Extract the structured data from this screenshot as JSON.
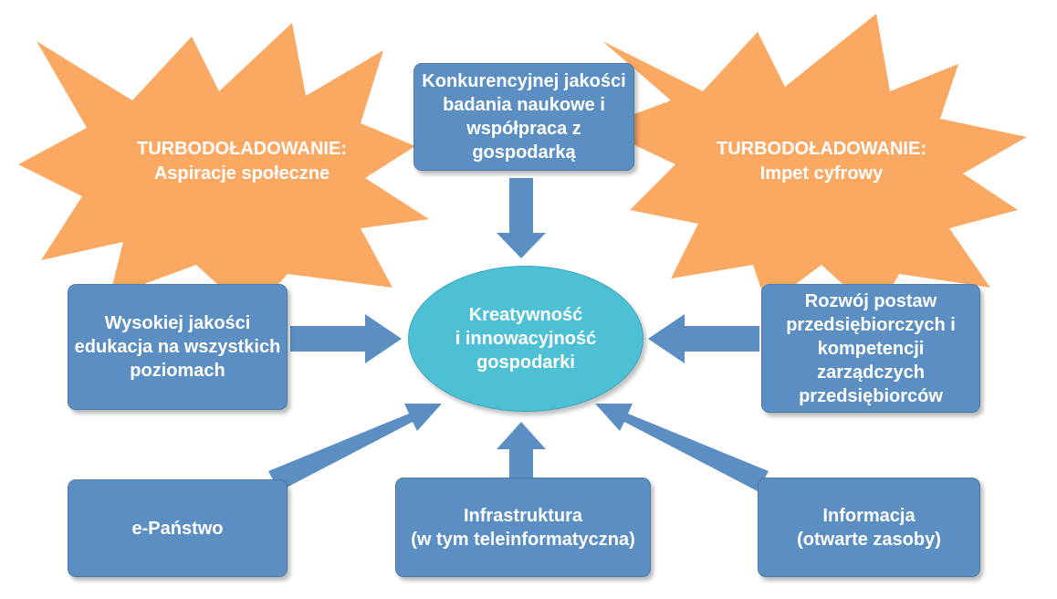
{
  "center": {
    "label": "Kreatywność\ni innowacyjność\ngospodarki"
  },
  "bursts": {
    "left": {
      "label": "TURBODOŁADOWANIE:\nAspiracje społeczne"
    },
    "right": {
      "label": "TURBODOŁADOWANIE:\nImpet cyfrowy"
    }
  },
  "boxes": {
    "top": {
      "label": "Konkurencyjnej jakości\nbadania naukowe i\nwspółpraca z\ngospodarką"
    },
    "left": {
      "label": "Wysokiej jakości\nedukacja na wszystkich\npoziomach"
    },
    "right": {
      "label": "Rozwój postaw\nprzedsiębiorczych i\nkompetencji\nzarządczych\nprzedsiębiorców"
    },
    "bottom_left": {
      "label": "e-Państwo"
    },
    "bottom_center": {
      "label": "Infrastruktura\n(w tym teleinformatyczna)"
    },
    "bottom_right": {
      "label": "Informacja\n(otwarte zasoby)"
    }
  },
  "colors": {
    "box_fill": "#5b8fc4",
    "arrow_fill": "#5b8fc4",
    "ellipse_fill": "#4ec0d6",
    "burst_fill": "#fba862",
    "text": "#ffffff"
  }
}
